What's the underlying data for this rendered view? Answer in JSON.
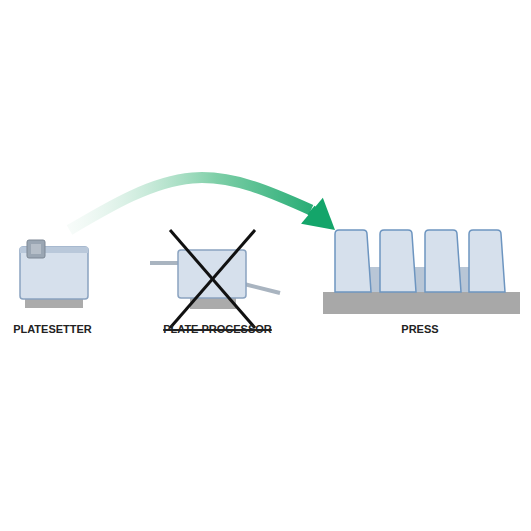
{
  "diagram": {
    "nodes": [
      {
        "text": [
          "PLATESETTER"
        ]
      },
      {
        "text": [
          "PLATE PROCESSOR"
        ]
      },
      {
        "text": [
          "PRESS"
        ]
      }
    ],
    "edges": [
      {
        "from": 0,
        "to": 2,
        "arrow": "to"
      }
    ]
  }
}
